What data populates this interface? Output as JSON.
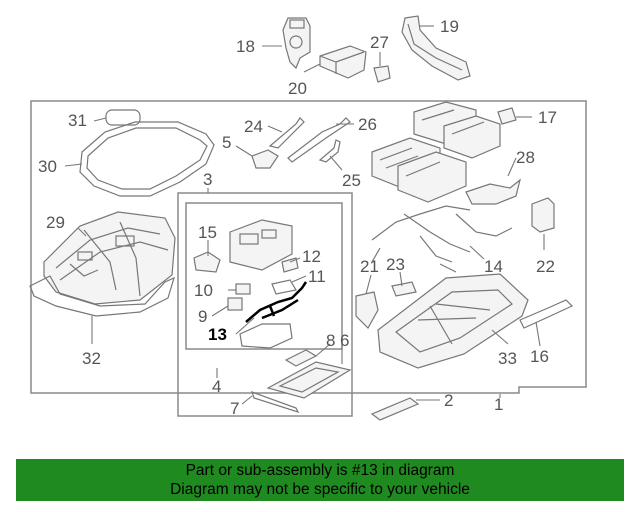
{
  "callouts": {
    "c1": "1",
    "c2": "2",
    "c3": "3",
    "c4": "4",
    "c5": "5",
    "c6": "6",
    "c7": "7",
    "c8": "8",
    "c9": "9",
    "c10": "10",
    "c11": "11",
    "c12": "12",
    "c13": "13",
    "c14": "14",
    "c15": "15",
    "c16": "16",
    "c17": "17",
    "c18": "18",
    "c19": "19",
    "c20": "20",
    "c21": "21",
    "c22": "22",
    "c23": "23",
    "c24": "24",
    "c25": "25",
    "c26": "26",
    "c27": "27",
    "c28": "28",
    "c29": "29",
    "c30": "30",
    "c31": "31",
    "c32": "32",
    "c33": "33"
  },
  "highlighted_part": "13",
  "banner": {
    "line1": "Part or sub-assembly is #13 in diagram",
    "line2": "Diagram may not be specific to your vehicle",
    "color": "#1f8a1f"
  }
}
